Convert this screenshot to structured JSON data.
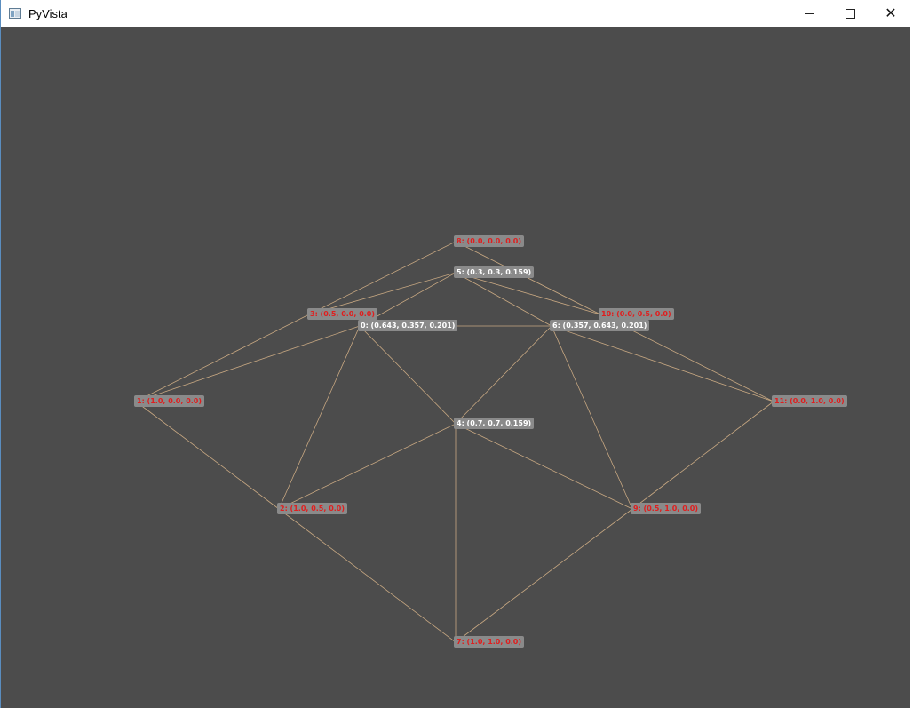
{
  "window": {
    "title": "PyVista",
    "icon": "app-window-icon",
    "controls": {
      "minimize_icon": "minimize-icon",
      "maximize_icon": "maximize-icon",
      "close_icon": "close-icon",
      "close_glyph": "✕"
    }
  },
  "viewport": {
    "background_color": "#4c4c4c",
    "edge_color": "#c8a882",
    "points": [
      {
        "id": 0,
        "label": "0: (0.643, 0.357, 0.201)",
        "color": "white"
      },
      {
        "id": 1,
        "label": "1: (1.0, 0.0, 0.0)",
        "color": "red"
      },
      {
        "id": 2,
        "label": "2: (1.0, 0.5, 0.0)",
        "color": "red"
      },
      {
        "id": 3,
        "label": "3: (0.5, 0.0, 0.0)",
        "color": "red"
      },
      {
        "id": 4,
        "label": "4: (0.7, 0.7, 0.159)",
        "color": "white"
      },
      {
        "id": 5,
        "label": "5: (0.3, 0.3, 0.159)",
        "color": "white"
      },
      {
        "id": 6,
        "label": "6: (0.357, 0.643, 0.201)",
        "color": "white"
      },
      {
        "id": 7,
        "label": "7: (1.0, 1.0, 0.0)",
        "color": "red"
      },
      {
        "id": 8,
        "label": "8: (0.0, 0.0, 0.0)",
        "color": "red"
      },
      {
        "id": 9,
        "label": "9: (0.5, 1.0, 0.0)",
        "color": "red"
      },
      {
        "id": 10,
        "label": "10: (0.0, 0.5, 0.0)",
        "color": "red"
      },
      {
        "id": 11,
        "label": "11: (0.0, 1.0, 0.0)",
        "color": "red"
      }
    ]
  }
}
